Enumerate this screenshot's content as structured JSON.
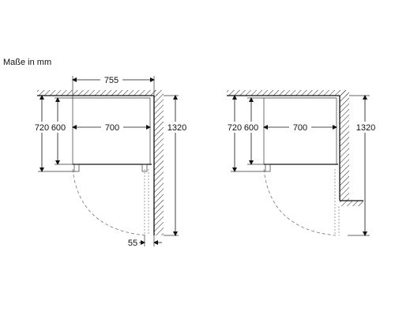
{
  "unit_label": "Maße in mm",
  "diagram_left": {
    "width_total": "755",
    "height_total": "720",
    "height_inner": "600",
    "depth_inner": "700",
    "niche_height": "1320",
    "clearance": "55"
  },
  "diagram_right": {
    "height_total": "720",
    "height_inner": "600",
    "depth_inner": "700",
    "niche_height": "1320"
  }
}
